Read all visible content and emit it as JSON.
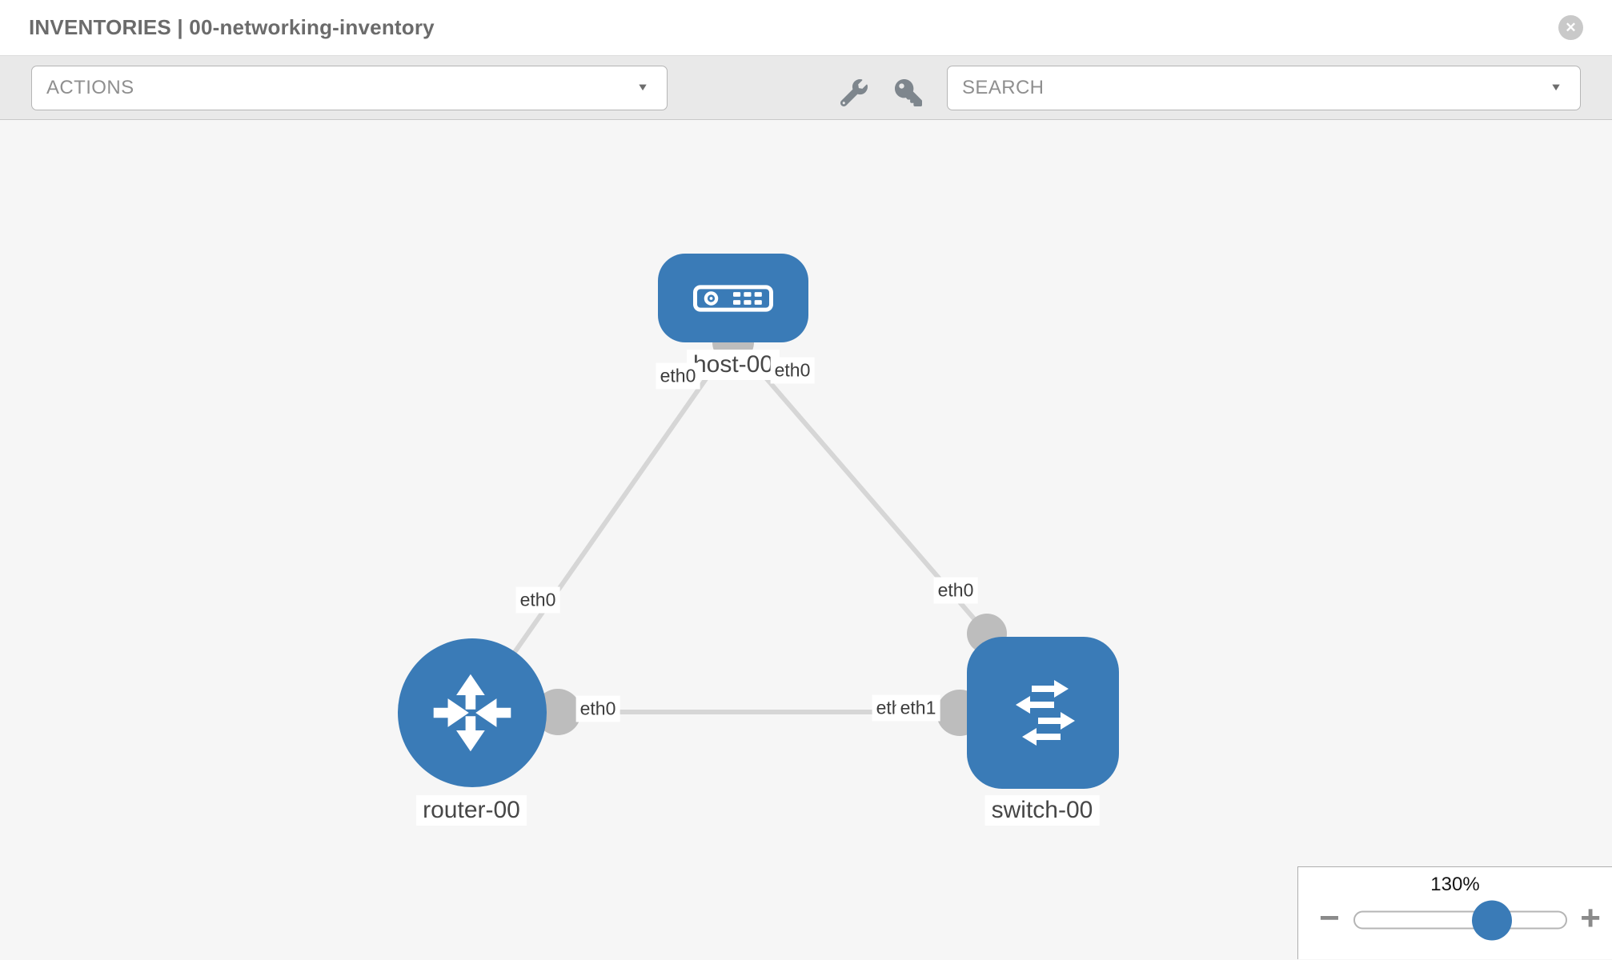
{
  "header": {
    "title": "INVENTORIES | 00-networking-inventory",
    "close_icon": "x-circle-icon"
  },
  "toolbar": {
    "actions_label": "ACTIONS",
    "search_placeholder": "SEARCH",
    "tool_icons": [
      "wrench-icon",
      "key-icon"
    ]
  },
  "glyphs": {
    "caret_down": "▼",
    "close": "✕",
    "minus": "−",
    "plus": "+"
  },
  "topology": {
    "nodes": [
      {
        "id": "host-00",
        "type": "host",
        "label": "host-00",
        "icon": "server-icon",
        "shape": "rounded-rect"
      },
      {
        "id": "router-00",
        "type": "router",
        "label": "router-00",
        "icon": "router-arrows-icon",
        "shape": "circle"
      },
      {
        "id": "switch-00",
        "type": "switch",
        "label": "switch-00",
        "icon": "switch-arrows-icon",
        "shape": "rounded-square"
      }
    ],
    "links": [
      {
        "source": "host-00",
        "target": "router-00",
        "source_interface": "eth0",
        "target_interface": "eth0"
      },
      {
        "source": "host-00",
        "target": "switch-00",
        "source_interface": "eth0",
        "target_interface": "eth0"
      },
      {
        "source": "router-00",
        "target": "switch-00",
        "source_interface": "eth0",
        "target_interface": "eth1"
      }
    ],
    "interface_labels": {
      "host_left": "eth0",
      "host_right": "eth0",
      "host_router_edge": "eth0",
      "host_switch_edge": "eth0",
      "router_end": "eth0",
      "switch_end_under": "eth0",
      "switch_end_over": "eth1"
    }
  },
  "zoom_control": {
    "level_label": "130%",
    "slider_percent": 65
  },
  "colors": {
    "node_blue": "#3a7bb7",
    "edge_gray": "#d6d6d6",
    "interface_dot_gray": "#bdbdbd",
    "toolbar_bg": "#e9e9e9",
    "canvas_bg": "#f6f6f6",
    "chip_text": "#3d3d3d"
  }
}
